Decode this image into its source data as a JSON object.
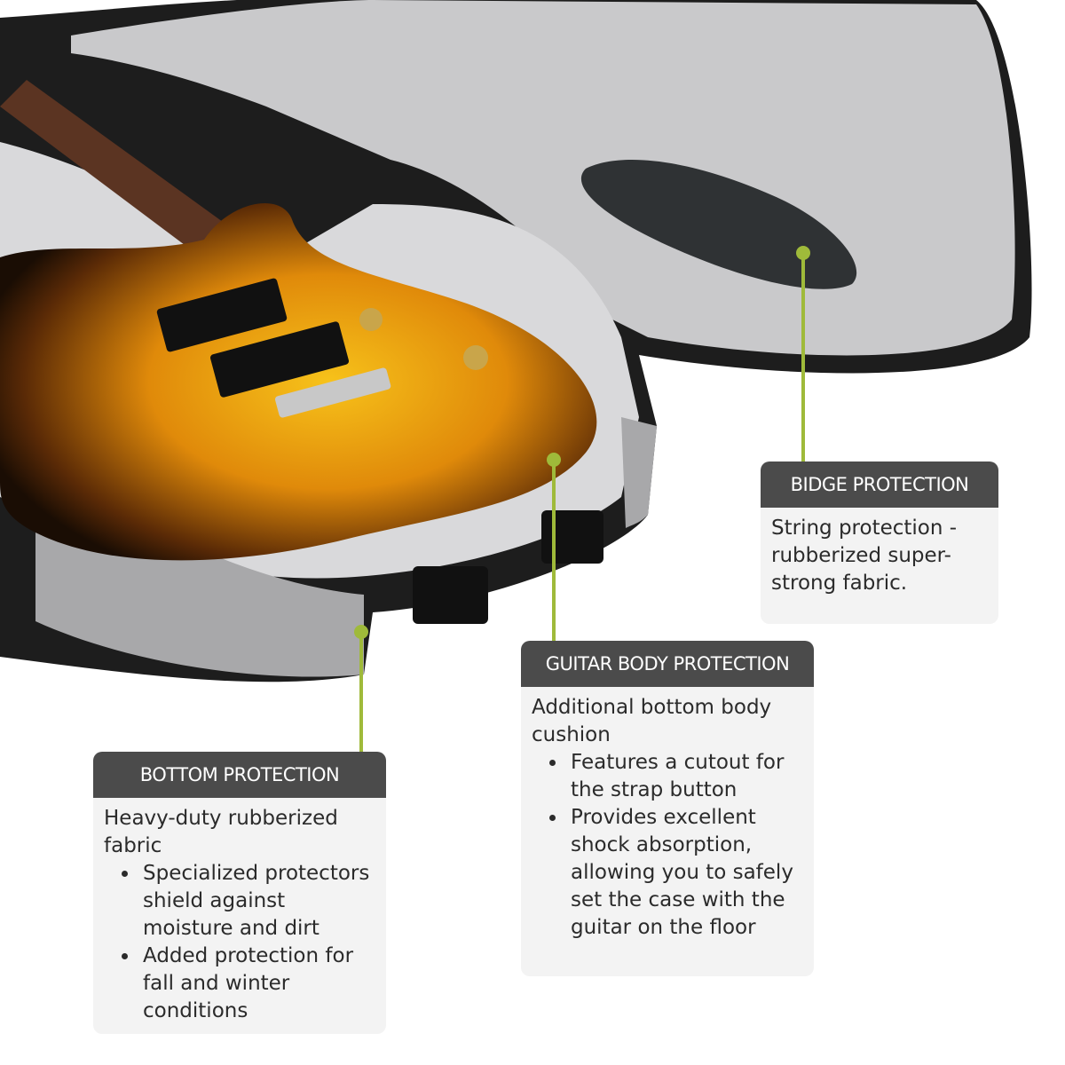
{
  "callouts": {
    "bridge": {
      "title": "BIDGE PROTECTION",
      "text": "String protection - rubberized super-strong fabric."
    },
    "body": {
      "title": "GUITAR BODY PROTECTION",
      "text": "Additional bottom body cushion",
      "bullets": [
        "Features a cutout for the strap button",
        "Provides excellent shock absorption, allowing you to safely set the case with the guitar on the floor"
      ]
    },
    "bottom": {
      "title": "BOTTOM PROTECTION",
      "text": "Heavy-duty rubberized fabric",
      "bullets": [
        "Specialized protectors shield against moisture and dirt",
        "Added protection for fall and winter conditions"
      ]
    }
  },
  "colors": {
    "accent": "#9fba3a",
    "header": "#4b4b4b",
    "panel": "#f3f3f3"
  }
}
